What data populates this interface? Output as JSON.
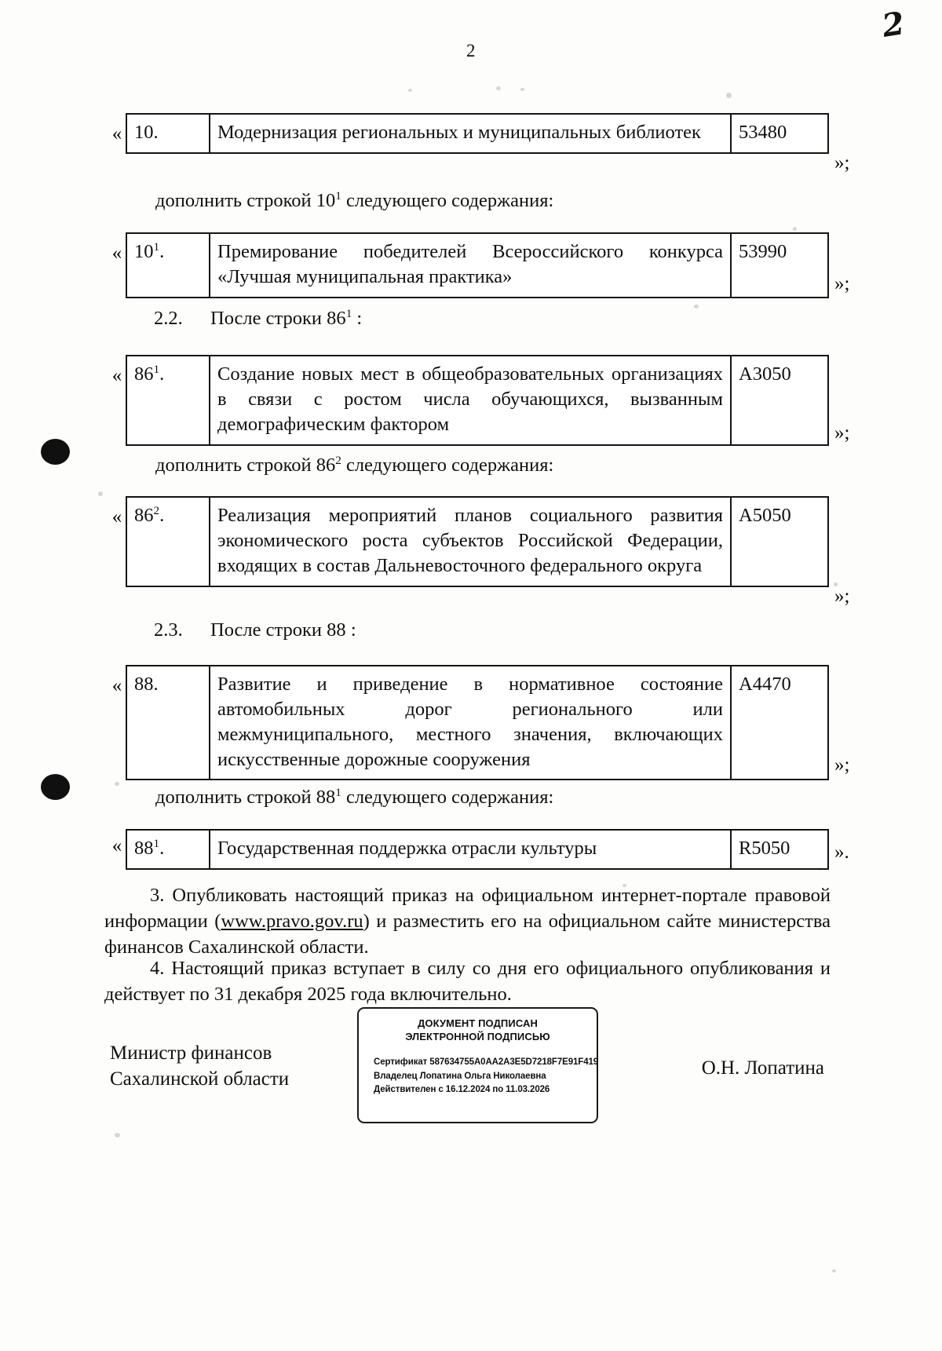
{
  "page": {
    "printed_number": "2",
    "handwritten_number": "2"
  },
  "blocks": {
    "table_10": {
      "num": "10.",
      "name": "Модернизация региональных и муниципальных библиотек",
      "code": "53480",
      "open_quote": "«",
      "close_quote": "»;"
    },
    "add_10_1": "дополнить строкой 10",
    "add_10_1_sup": "1",
    "add_10_1_tail": " следующего содержания:",
    "table_10_1": {
      "num_base": "10",
      "num_sup": "1",
      "num_dot": ".",
      "name": "Премирование победителей Всероссийского конкурса «Лучшая муниципальная практика»",
      "code": "53990",
      "open_quote": "«",
      "close_quote": "»;"
    },
    "section_2_2": {
      "number": "2.2.",
      "text_before": "После строки 86",
      "sup": "1",
      "text_after": " :"
    },
    "table_86_1": {
      "num_base": "86",
      "num_sup": "1",
      "num_dot": ".",
      "name": "Создание новых мест в общеобразовательных организациях в связи с ростом числа обучающихся, вызванным демографическим фактором",
      "code": "А3050",
      "open_quote": "«",
      "close_quote": "»;"
    },
    "add_86_2": "дополнить строкой 86",
    "add_86_2_sup": "2",
    "add_86_2_tail": " следующего содержания:",
    "table_86_2": {
      "num_base": "86",
      "num_sup": "2",
      "num_dot": ".",
      "name": "Реализация мероприятий планов социального развития экономического роста субъектов Российской Федерации, входящих в состав Дальневосточного федерального округа",
      "code": "А5050",
      "open_quote": "«",
      "close_quote": "»;"
    },
    "section_2_3": {
      "number": "2.3.",
      "text_before": "После строки 88",
      "sup": "",
      "text_after": " :"
    },
    "table_88": {
      "num": "88.",
      "name": "Развитие и приведение в нормативное состояние автомобильных дорог регионального или межмуниципального, местного значения, включающих искусственные дорожные сооружения",
      "code": "А4470",
      "open_quote": "«",
      "close_quote": "»;"
    },
    "add_88_1": "дополнить строкой 88",
    "add_88_1_sup": "1",
    "add_88_1_tail": " следующего содержания:",
    "table_88_1": {
      "num_base": "88",
      "num_sup": "1",
      "num_dot": ".",
      "name": "Государственная поддержка отрасли культуры",
      "code": "R5050",
      "open_quote": "«",
      "close_quote": "»."
    }
  },
  "clauses": {
    "clause_3_part1": "3. Опубликовать настоящий приказ на официальном интернет-портале правовой информации (",
    "clause_3_link": "www.pravo.gov.ru",
    "clause_3_part2": ") и разместить его на официальном сайте министерства финансов Сахалинской области.",
    "clause_4": "4. Настоящий приказ вступает в силу со дня его официального опубликования и действует по 31 декабря 2025 года включительно."
  },
  "signature": {
    "title_line1": "Министр финансов",
    "title_line2": "Сахалинской области",
    "name": "О.Н. Лопатина"
  },
  "stamp": {
    "title_line1": "ДОКУМЕНТ ПОДПИСАН",
    "title_line2": "ЭЛЕКТРОННОЙ ПОДПИСЬЮ",
    "certificate": "Сертификат 587634755A0AA2A3E5D7218F7E91F419",
    "owner": "Владелец Лопатина Ольга Николаевна",
    "validity": "Действителен с 16.12.2024 по 11.03.2026"
  }
}
